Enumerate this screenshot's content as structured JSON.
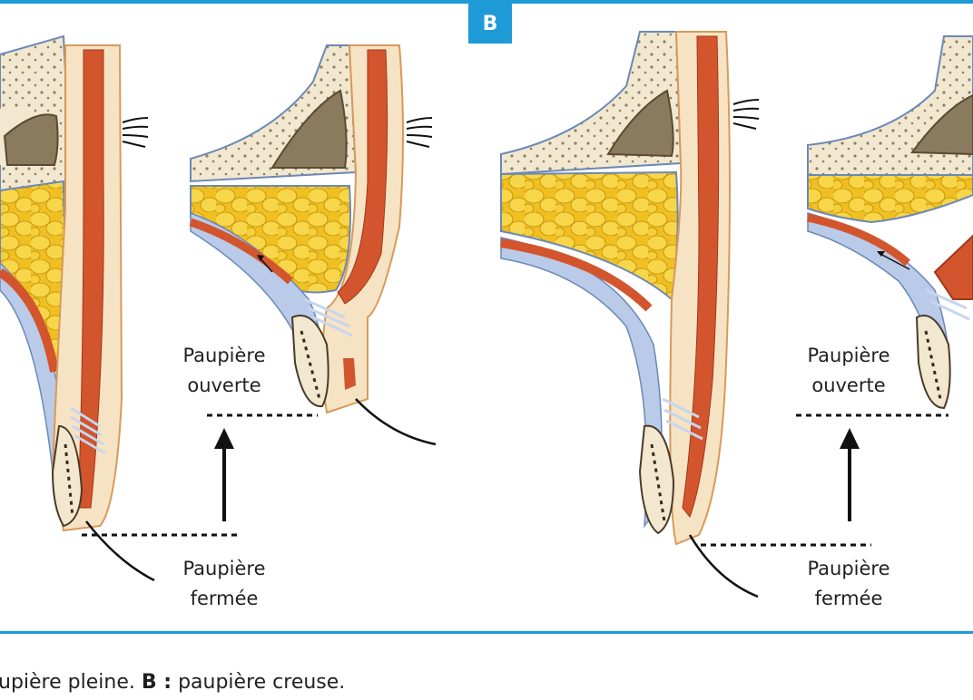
{
  "panel_badge": "B",
  "labels": {
    "open_lid_line1": "Paupière",
    "open_lid_line2": "ouverte",
    "closed_lid_line1": "Paupière",
    "closed_lid_line2": "fermée"
  },
  "caption": {
    "part1": "upière pleine. ",
    "b_marker": "B :",
    "part2": " paupière creuse."
  },
  "colors": {
    "accent_blue": "#1e9ad6",
    "muscle_red": "#d2552e",
    "fat_yellow": "#f0c022",
    "skin": "#f6e3c4",
    "conjunctiva": "#a9c4e6"
  }
}
